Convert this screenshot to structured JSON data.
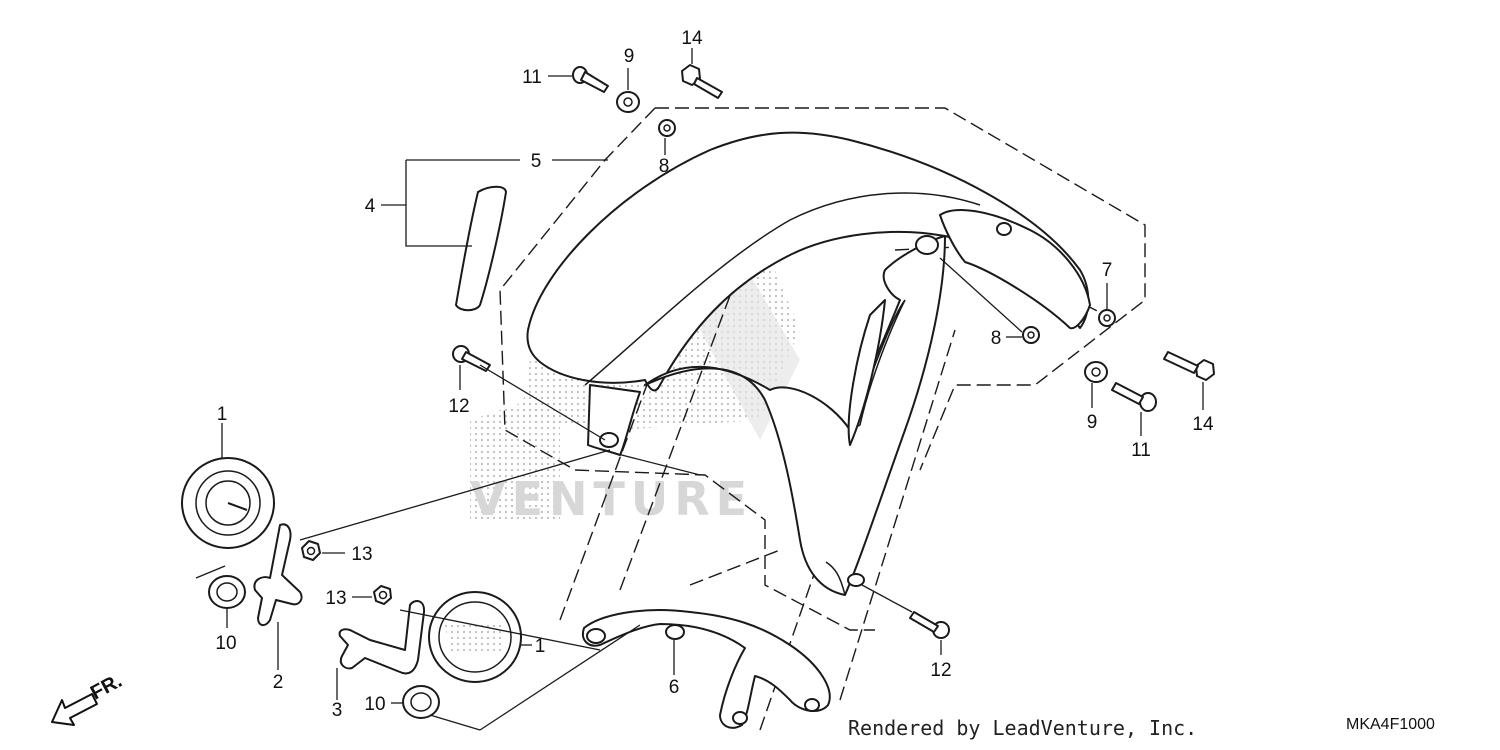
{
  "diagram": {
    "callouts": {
      "p1a": "1",
      "p1b": "1",
      "p2": "2",
      "p3": "3",
      "p4": "4",
      "p5": "5",
      "p6": "6",
      "p7": "7",
      "p8a": "8",
      "p8b": "8",
      "p9a": "9",
      "p9b": "9",
      "p10a": "10",
      "p10b": "10",
      "p11a": "11",
      "p11b": "11",
      "p12a": "12",
      "p12b": "12",
      "p13a": "13",
      "p13b": "13",
      "p14a": "14",
      "p14b": "14"
    },
    "direction_label": "FR.",
    "watermark_text": "VENTURE",
    "credit": "Rendered by LeadVenture, Inc.",
    "diagram_code": "MKA4F1000"
  }
}
